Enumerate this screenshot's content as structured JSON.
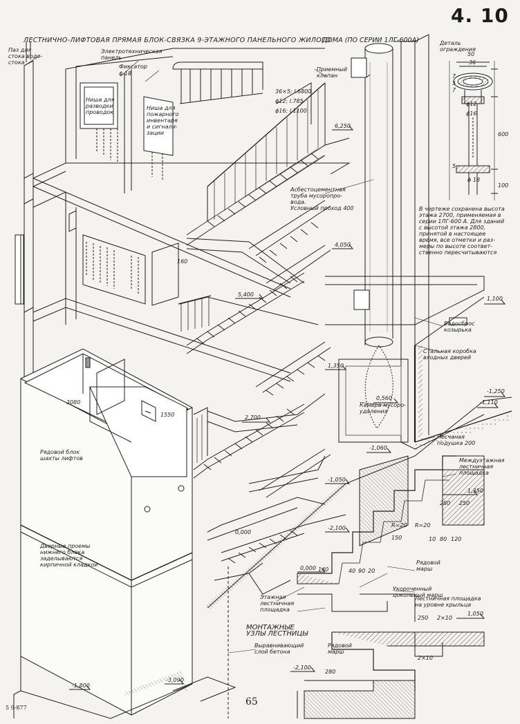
{
  "sheet": {
    "number": "4. 10",
    "title_main": "ЛЕСТНИЧНО-ЛИФТОВАЯ ПРЯМАЯ БЛОК-СВЯЗКА 9-ЭТАЖНОГО ПАНЕЛЬНОГО ЖИЛОГО",
    "title_tail": "ДОМА (ПО СЕРИИ 1ЛГ-600А)",
    "page_number": "65",
    "print_code": "5 9-877"
  },
  "labels": {
    "gas_stack": "Паз для\nстока водо-\nстока",
    "electro_panel": "Электротехническая\nпанель",
    "fixator": "Фиксатор",
    "fixator_dia": "ϕ 18",
    "niche_wiring": "Ниша для\nразводки\nпроводок",
    "niche_fire": "Ниша для\nпожарного\nинвентаря\nи сигнали-\nзации",
    "receiving_valve": "Приемный\nклапан",
    "asbestos_pipe": "Асбестоцементная\nтруба мусоропро-\nвода.\nУсловный проход 400",
    "water_drop": "Водосброс\nкозырька",
    "steel_box": "Стальная коробка\nвходных дверей",
    "garbage_chamber": "Камера мусоро-\nудаления",
    "sand_cushion": "Песчаная\nподушка 200",
    "row_block": "Рядовой блок\nшахты лифтов",
    "door_openings": "Дверные проемы\nнижнего блока\nзаделываются\nкирпичной кладкой",
    "interfloor_landing": "Междуэтажная\nлестничная\nплощадка",
    "row_march_1": "Рядовой\nмарш",
    "shortened_march": "Укороченный\nцокольный марш",
    "porch_landing": "Лестничная площадка\nна уровне крыльца",
    "floor_landing": "Этажная\nлестничная\nплощадка",
    "row_march_2": "Рядовой\nмарш",
    "mount_nodes": "МОНТАЖНЫЕ\nУЗЛЫ ЛЕСТНИЦЫ",
    "leveling_layer": "Выравнивающий\nслой бетона",
    "fence_detail": "Деталь\nограждения",
    "height_note": "В чертеже сохранена высота\nэтажа 2700, применяемая в\nсерии 1ЛГ-600 А. Для зданий\nс высотой этажа 2800,\nпринятой в настоящее\nвремя, все отметки и раз-\nмеры по высоте соответ-\nственно пересчитываются"
  },
  "dimensions": {
    "rail_1": "36×5; l.6800",
    "rail_2": "ϕ12; l.785",
    "rail_3": "ϕ16; l.1100",
    "d50": "50",
    "d36": "36",
    "d12": "ϕ12",
    "d16": "ϕ16",
    "d18": "ϕ 18",
    "d600": "600",
    "d100": "100",
    "d5": "5",
    "d7": "7",
    "d5b": "5",
    "d7b": "7",
    "block_3080": "3080",
    "block_1550": "1550",
    "d160": "160",
    "d150": "150",
    "d280": "280",
    "d250": "250",
    "d280b": "280",
    "d250b": "250",
    "r20": "R=20",
    "r20b": "R=20",
    "d10a": "10",
    "d80": "80",
    "d120": "120",
    "d140": "140",
    "d40": "40",
    "d90": "90",
    "d20": "20",
    "d2x10": "2×10",
    "d2x10b": "2×10"
  },
  "elevations": {
    "e6250": "6,250",
    "e4050": "4,050",
    "e5400": "5,400",
    "e1350": "1,350",
    "e2700": "2,700",
    "e0560": "0,560",
    "e1100": "1,100",
    "e_1250": "-1,250",
    "e_1110": "-1,110",
    "e_1060": "-1,060",
    "e_1050": "-1,050",
    "e_2100": "-2,100",
    "e0000": "0,000",
    "e1350b": "1,350",
    "e0000b": "0,000",
    "e1050b": "1,050",
    "e_2100b": "-2,100",
    "e_1800": "-1,800",
    "e_3090": "-3,090"
  }
}
